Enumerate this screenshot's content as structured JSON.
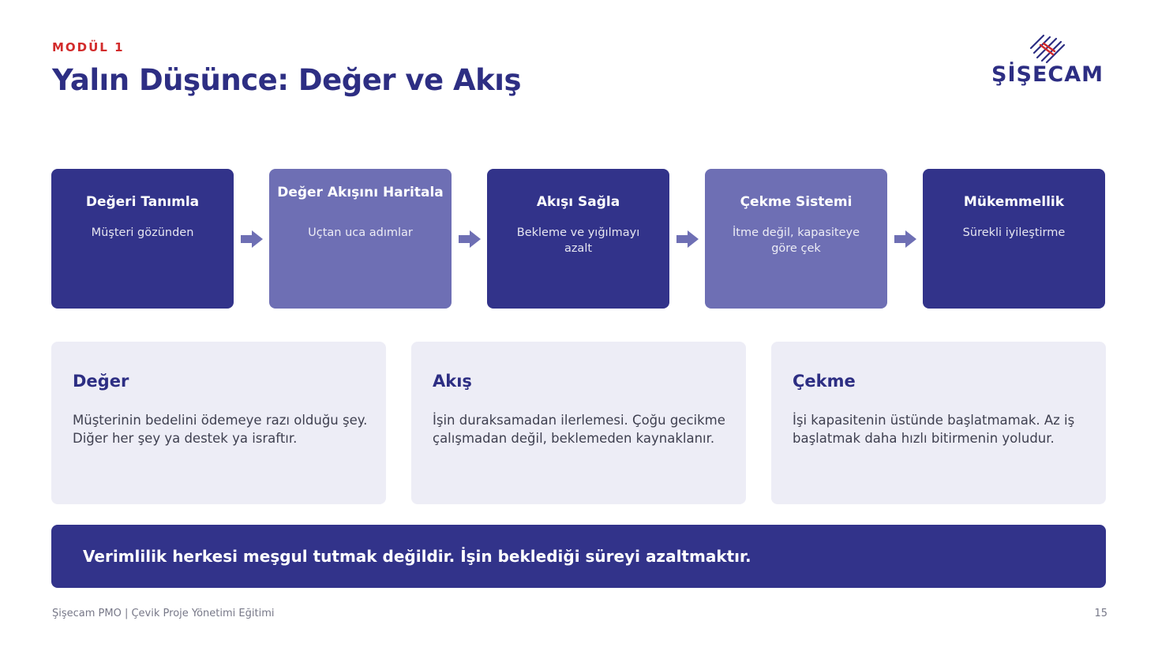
{
  "header": {
    "module": "MODÜL 1",
    "title": "Yalın Düşünce: Değer ve Akış",
    "logo_text": "ŞİŞECAM"
  },
  "flow": [
    {
      "title": "Değeri Tanımla",
      "subtitle": "Müşteri gözünden"
    },
    {
      "title": "Değer Akışını Haritala",
      "subtitle": "Uçtan uca adımlar"
    },
    {
      "title": "Akışı Sağla",
      "subtitle": "Bekleme ve yığılmayı azalt"
    },
    {
      "title": "Çekme Sistemi",
      "subtitle": "İtme değil, kapasiteye göre çek"
    },
    {
      "title": "Mükemmellik",
      "subtitle": "Sürekli iyileştirme"
    }
  ],
  "concepts": [
    {
      "title": "Değer",
      "body": "Müşterinin bedelini ödemeye razı olduğu şey. Diğer her şey ya destek ya israftır."
    },
    {
      "title": "Akış",
      "body": "İşin duraksamadan ilerlemesi. Çoğu gecikme çalışmadan değil, beklemeden kaynaklanır."
    },
    {
      "title": "Çekme",
      "body": "İşi kapasitenin üstünde başlatmamak. Az iş başlatmak daha hızlı bitirmenin yoludur."
    }
  ],
  "banner": {
    "text": "Verimlilik herkesi meşgul tutmak değildir. İşin beklediği süreyi azaltmaktır."
  },
  "footer": {
    "left": "Şişecam PMO | Çevik Proje Yönetimi Eğitimi",
    "page": "15"
  },
  "colors": {
    "primary": "#2d2e83",
    "card_dark": "#32338a",
    "card_light": "#6e6fb4",
    "accent_red": "#d22b2b",
    "concept_bg": "#ededf6"
  },
  "icons": [
    "arrow-right-icon",
    "sisecam-logo-mark"
  ]
}
